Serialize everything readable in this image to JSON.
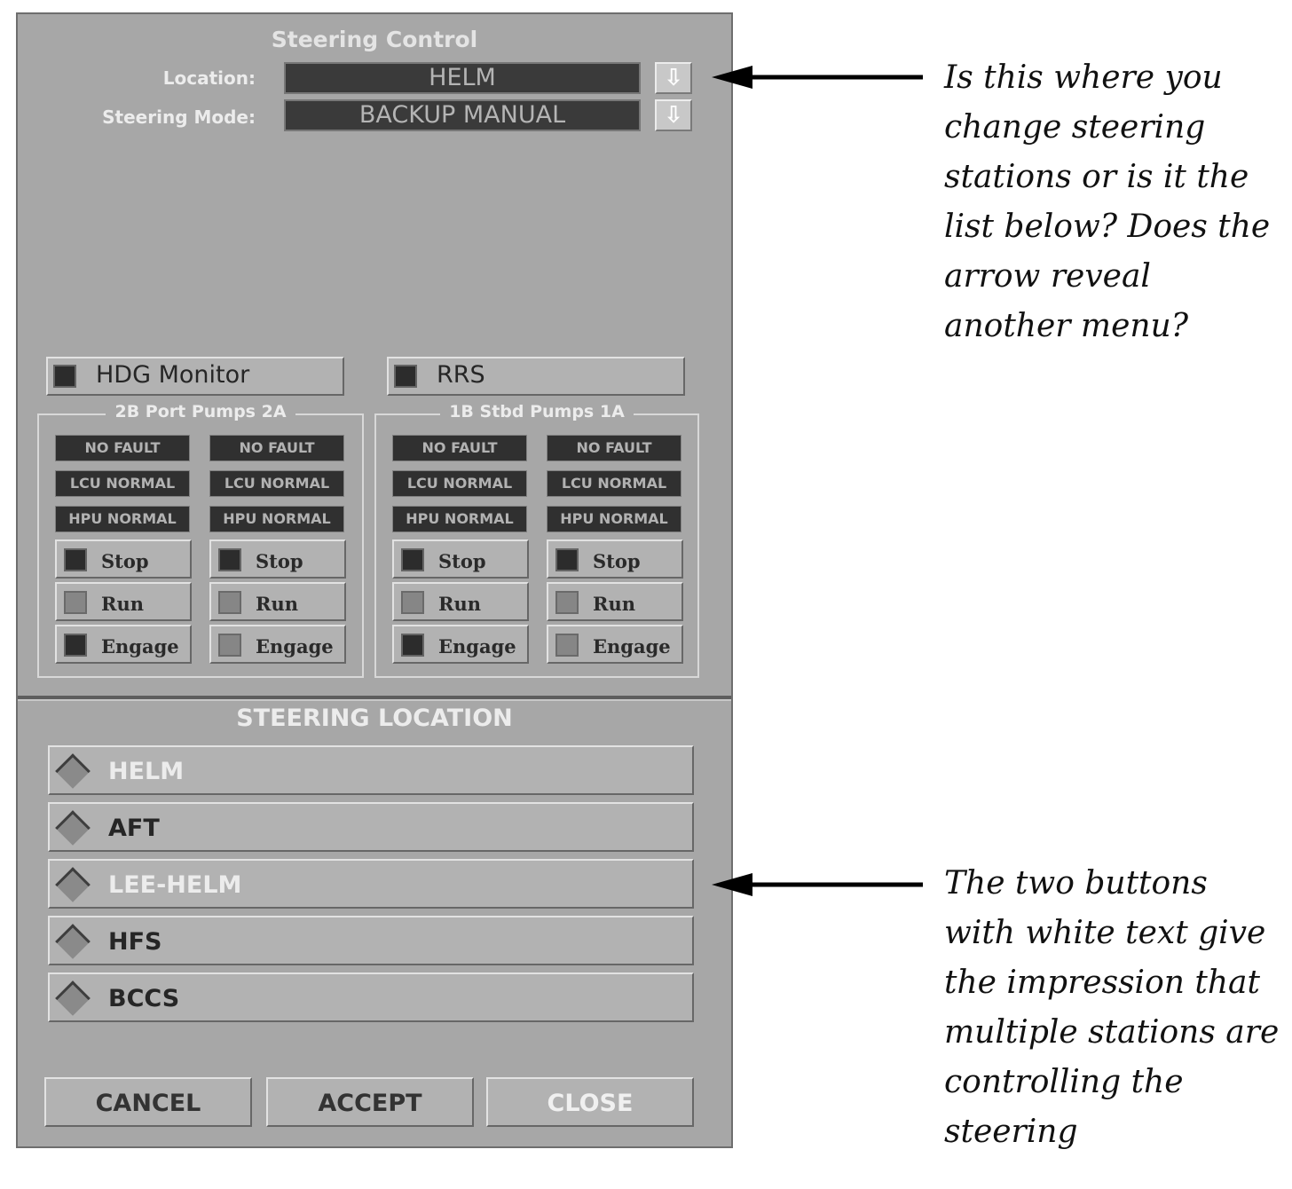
{
  "dialog": {
    "title": "Steering Control",
    "location_label": "Location:",
    "location_value": "HELM",
    "mode_label": "Steering Mode:",
    "mode_value": "BACKUP MANUAL",
    "dropdown_icon": "down-arrow-icon"
  },
  "toggles": {
    "hdg_monitor": "HDG Monitor",
    "rrs": "RRS"
  },
  "port_pumps": {
    "legend": "2B  Port Pumps  2A",
    "columns": [
      {
        "status": [
          "NO FAULT",
          "LCU NORMAL",
          "HPU NORMAL"
        ],
        "buttons": [
          "Stop",
          "Run",
          "Engage"
        ]
      },
      {
        "status": [
          "NO FAULT",
          "LCU NORMAL",
          "HPU NORMAL"
        ],
        "buttons": [
          "Stop",
          "Run",
          "Engage"
        ]
      }
    ]
  },
  "stbd_pumps": {
    "legend": "1B  Stbd Pumps  1A",
    "columns": [
      {
        "status": [
          "NO FAULT",
          "LCU NORMAL",
          "HPU NORMAL"
        ],
        "buttons": [
          "Stop",
          "Run",
          "Engage"
        ]
      },
      {
        "status": [
          "NO FAULT",
          "LCU NORMAL",
          "HPU NORMAL"
        ],
        "buttons": [
          "Stop",
          "Run",
          "Engage"
        ]
      }
    ]
  },
  "steering_location": {
    "title": "STEERING LOCATION",
    "items": [
      "HELM",
      "AFT",
      "LEE-HELM",
      "HFS",
      "BCCS"
    ]
  },
  "actions": {
    "cancel": "CANCEL",
    "accept": "ACCEPT",
    "close": "CLOSE"
  },
  "annotations": {
    "top": "Is this where you change steering stations or is it the list below? Does the arrow reveal another menu?",
    "bottom": "The two buttons with white text give the impression that multiple stations are controlling the steering"
  },
  "colors": {
    "panel": "#a7a7a7",
    "white_text": "#ececec",
    "dark_text": "#262626"
  }
}
